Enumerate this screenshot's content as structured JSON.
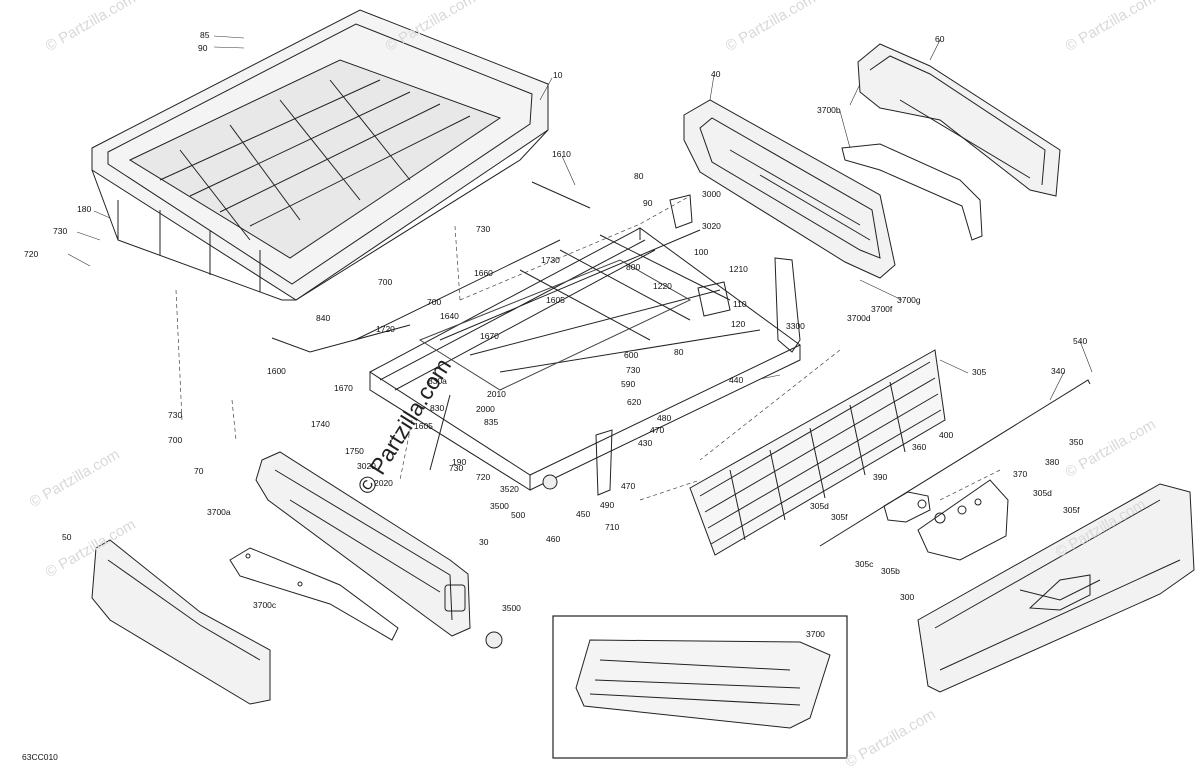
{
  "watermarks": {
    "main": "© Partzilla.com",
    "tiles": [
      "© Partzilla.com",
      "© Partzilla.com",
      "© Partzilla.com",
      "© Partzilla.com",
      "© Partzilla.com",
      "© Partzilla.com",
      "© Partzilla.com",
      "© Partzilla.com",
      "© Partzilla.com"
    ]
  },
  "diagram_code": "63CC010",
  "inset_label": "3700",
  "callouts": [
    "85",
    "90",
    "10",
    "180",
    "730",
    "720",
    "1610",
    "80",
    "90",
    "3000",
    "3020",
    "730",
    "1660",
    "700",
    "700",
    "840",
    "1640",
    "1605",
    "1730",
    "800",
    "1220",
    "100",
    "1210",
    "110",
    "120",
    "3300",
    "1720",
    "1670",
    "1670",
    "1600",
    "830a",
    "830",
    "2010",
    "2000",
    "80",
    "600",
    "730",
    "590",
    "620",
    "480",
    "470",
    "430",
    "1740",
    "1605",
    "835",
    "1750",
    "190",
    "730",
    "720",
    "3020",
    "2020",
    "3520",
    "3500",
    "500",
    "460",
    "450",
    "490",
    "470",
    "710",
    "730",
    "700",
    "70",
    "40",
    "60",
    "3700b",
    "3700g",
    "3700f",
    "3700d",
    "440",
    "305",
    "540",
    "340",
    "350",
    "400",
    "360",
    "380",
    "370",
    "390",
    "305d",
    "305f",
    "305d",
    "305f",
    "305c",
    "305b",
    "3700a",
    "50",
    "30",
    "3700c",
    "3500",
    "300"
  ]
}
